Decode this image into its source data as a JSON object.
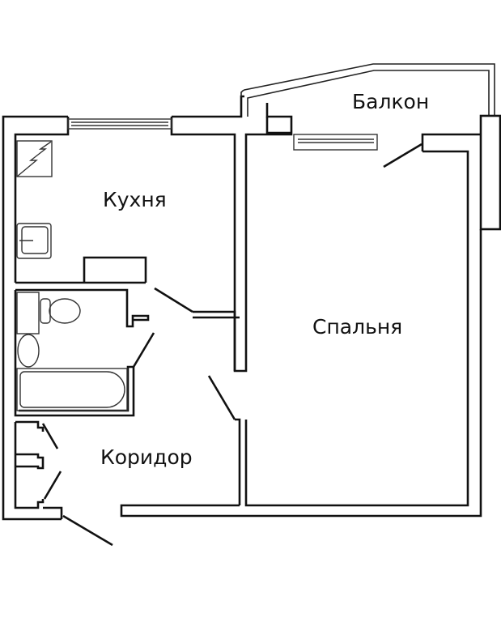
{
  "floor_plan": {
    "rooms": [
      {
        "id": "kitchen",
        "label": "Кухня"
      },
      {
        "id": "balcony",
        "label": "Балкон"
      },
      {
        "id": "bedroom",
        "label": "Спальня"
      },
      {
        "id": "corridor",
        "label": "Коридор"
      }
    ],
    "fixtures": [
      "stove",
      "kitchen-sink",
      "counter",
      "toilet",
      "washbasin",
      "bathtub",
      "closets",
      "windows",
      "doors"
    ],
    "colors": {
      "wall": "#111111",
      "background": "#ffffff"
    }
  }
}
